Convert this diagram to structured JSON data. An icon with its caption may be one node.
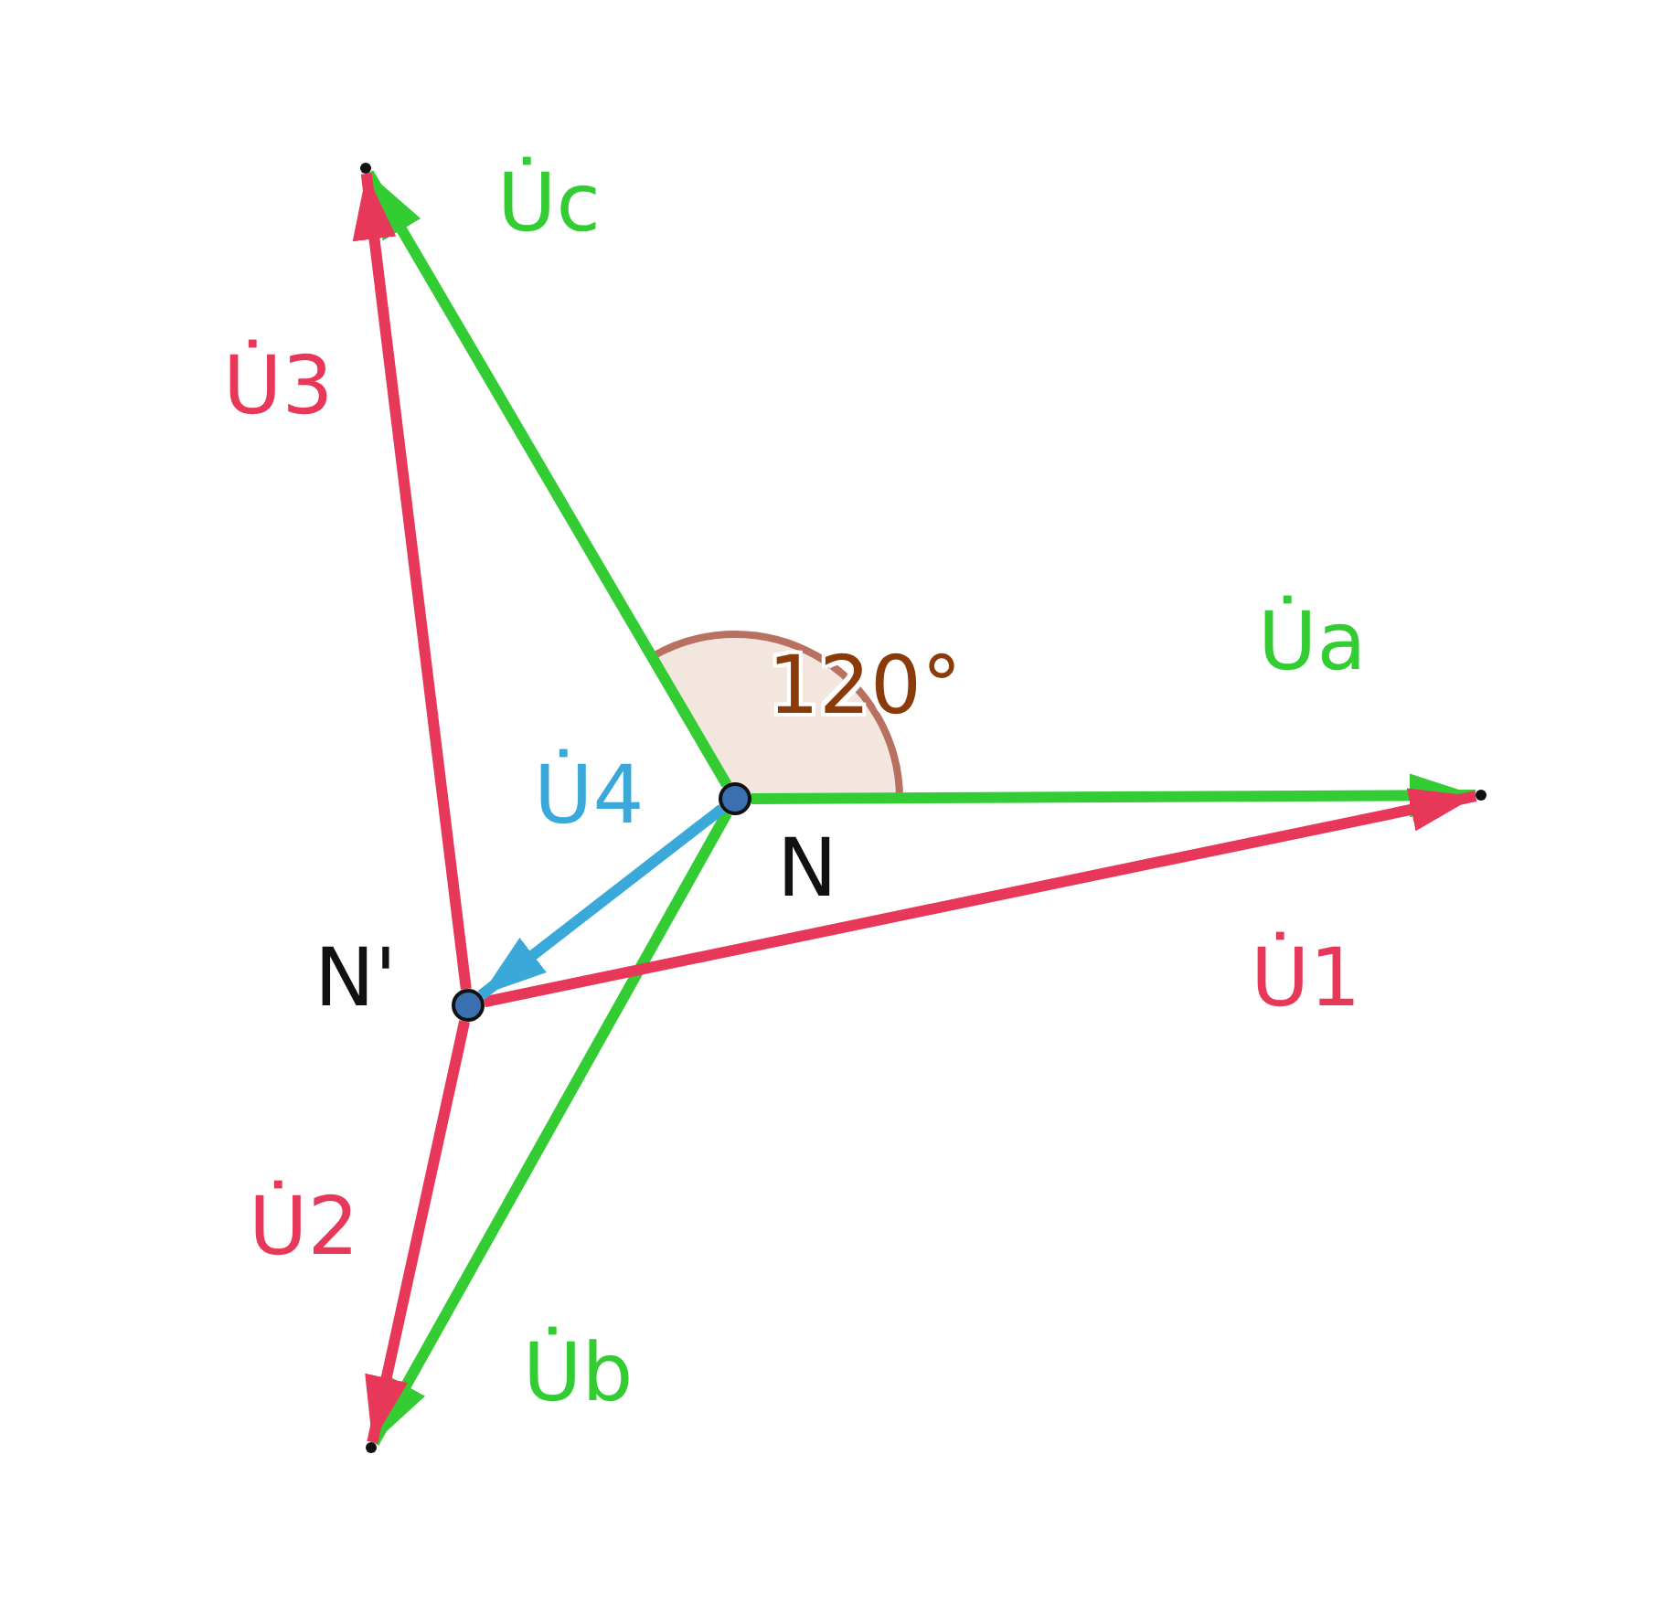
{
  "diagram": {
    "nodes": [
      {
        "text": [],
        "shape": "circle",
        "beside": [
          "N"
        ]
      },
      {
        "text": [],
        "shape": "circle",
        "beside": [
          "N'"
        ]
      },
      {
        "text": [],
        "shape": "circle"
      },
      {
        "text": [],
        "shape": "circle"
      },
      {
        "text": [],
        "shape": "circle"
      }
    ],
    "edges": [
      {
        "from": 0,
        "to": 2,
        "arrow": "to",
        "label": "U̇a",
        "color": "#33cc33"
      },
      {
        "from": 0,
        "to": 3,
        "arrow": "to",
        "label": "U̇b",
        "color": "#33cc33"
      },
      {
        "from": 0,
        "to": 4,
        "arrow": "to",
        "label": "U̇c",
        "color": "#33cc33"
      },
      {
        "from": 1,
        "to": 2,
        "arrow": "to",
        "label": "U̇1",
        "color": "#e8385a"
      },
      {
        "from": 1,
        "to": 3,
        "arrow": "to",
        "label": "U̇2",
        "color": "#e8385a"
      },
      {
        "from": 1,
        "to": 4,
        "arrow": "to",
        "label": "U̇3",
        "color": "#e8385a"
      },
      {
        "from": 0,
        "to": 1,
        "arrow": "to",
        "label": "U̇4",
        "color": "#3aa8d8"
      }
    ],
    "labels": [
      "120°"
    ]
  }
}
